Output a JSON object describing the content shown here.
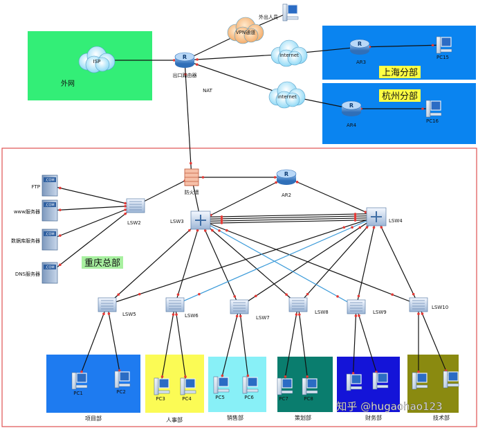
{
  "regions": {
    "external": {
      "label": "外网",
      "color": "#33ee77"
    },
    "shanghai": {
      "label": "上海分部",
      "color": "#0a84f0"
    },
    "hangzhou": {
      "label": "杭州分部",
      "color": "#0a84f0"
    },
    "hq": {
      "label": "重庆总部",
      "color": "#a8f0a0"
    },
    "dept1": {
      "label": "项目部",
      "color": "#1e7bf0"
    },
    "dept2": {
      "label": "人事部",
      "color": "#fbfb55"
    },
    "dept3": {
      "label": "销售部",
      "color": "#88f0f7"
    },
    "dept4": {
      "label": "策划部",
      "color": "#0a7d6e"
    },
    "dept5": {
      "label": "财务部",
      "color": "#1414d8"
    },
    "dept6": {
      "label": "技术部",
      "color": "#8a8a10"
    }
  },
  "clouds": {
    "isp": "ISP",
    "vpn": "VPN通道",
    "inet1": "Internet",
    "inet2": "internet"
  },
  "nodes": {
    "remote_user": "外出人员",
    "core_router": "出口路由器",
    "nat": "NAT",
    "ar3": "AR3",
    "pc15": "PC15",
    "ar4": "AR4",
    "pc16": "PC16",
    "firewall": "防火墙",
    "ar2": "AR2",
    "lsw2": "LSW2",
    "lsw3": "LSW3",
    "lsw4": "LSW4",
    "lsw5": "LSW5",
    "lsw6": "LSW6",
    "lsw7": "LSW7",
    "lsw8": "LSW8",
    "lsw9": "LSW9",
    "lsw10": "LSW10",
    "srv_ftp": "FTP",
    "srv_www": "www服务器",
    "srv_db": "数据库服务器",
    "srv_dns": "DNS服务器",
    "server_badge": ".COM",
    "pc1": "PC1",
    "pc2": "PC2",
    "pc3": "PC3",
    "pc4": "PC4",
    "pc5": "PC5",
    "pc6": "PC6",
    "pc7": "PC7",
    "pc8": "PC8",
    "pc9": "",
    "pc10": "",
    "pc11": "",
    "pc12": ""
  },
  "watermark": "知乎 @hugaohao123",
  "colors": {
    "link": "#111111",
    "crosslink": "#3a9ad9",
    "port": "#e53935",
    "hq_border": "#e05050"
  }
}
